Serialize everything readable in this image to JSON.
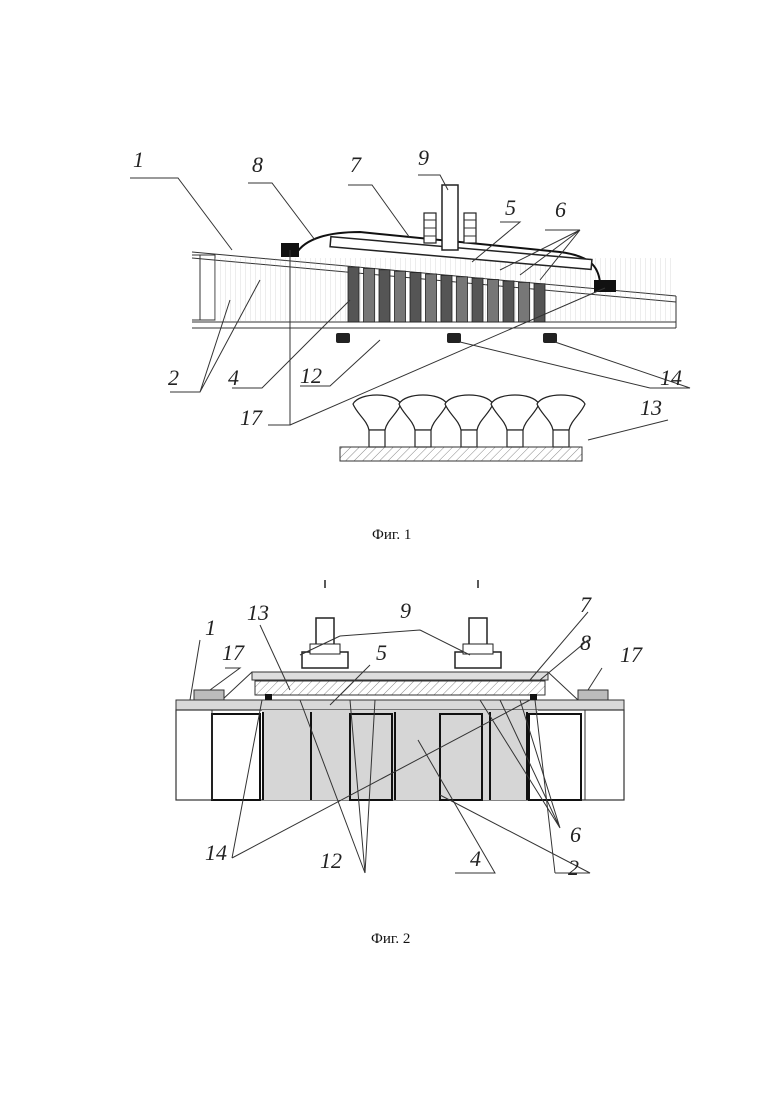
{
  "figures": [
    {
      "caption": "Фиг. 1",
      "labels": {
        "l1": "1",
        "l2": "2",
        "l4": "4",
        "l5": "5",
        "l6": "6",
        "l7": "7",
        "l8": "8",
        "l9": "9",
        "l12": "12",
        "l13": "13",
        "l14": "14",
        "l17": "17"
      }
    },
    {
      "caption": "Фиг. 2",
      "labels": {
        "l1": "1",
        "l2": "2",
        "l4": "4",
        "l5": "5",
        "l6": "6",
        "l7": "7",
        "l8": "8",
        "l9": "9",
        "l12": "12",
        "l13": "13",
        "l14": "14",
        "l17a": "17",
        "l17b": "17"
      }
    }
  ]
}
